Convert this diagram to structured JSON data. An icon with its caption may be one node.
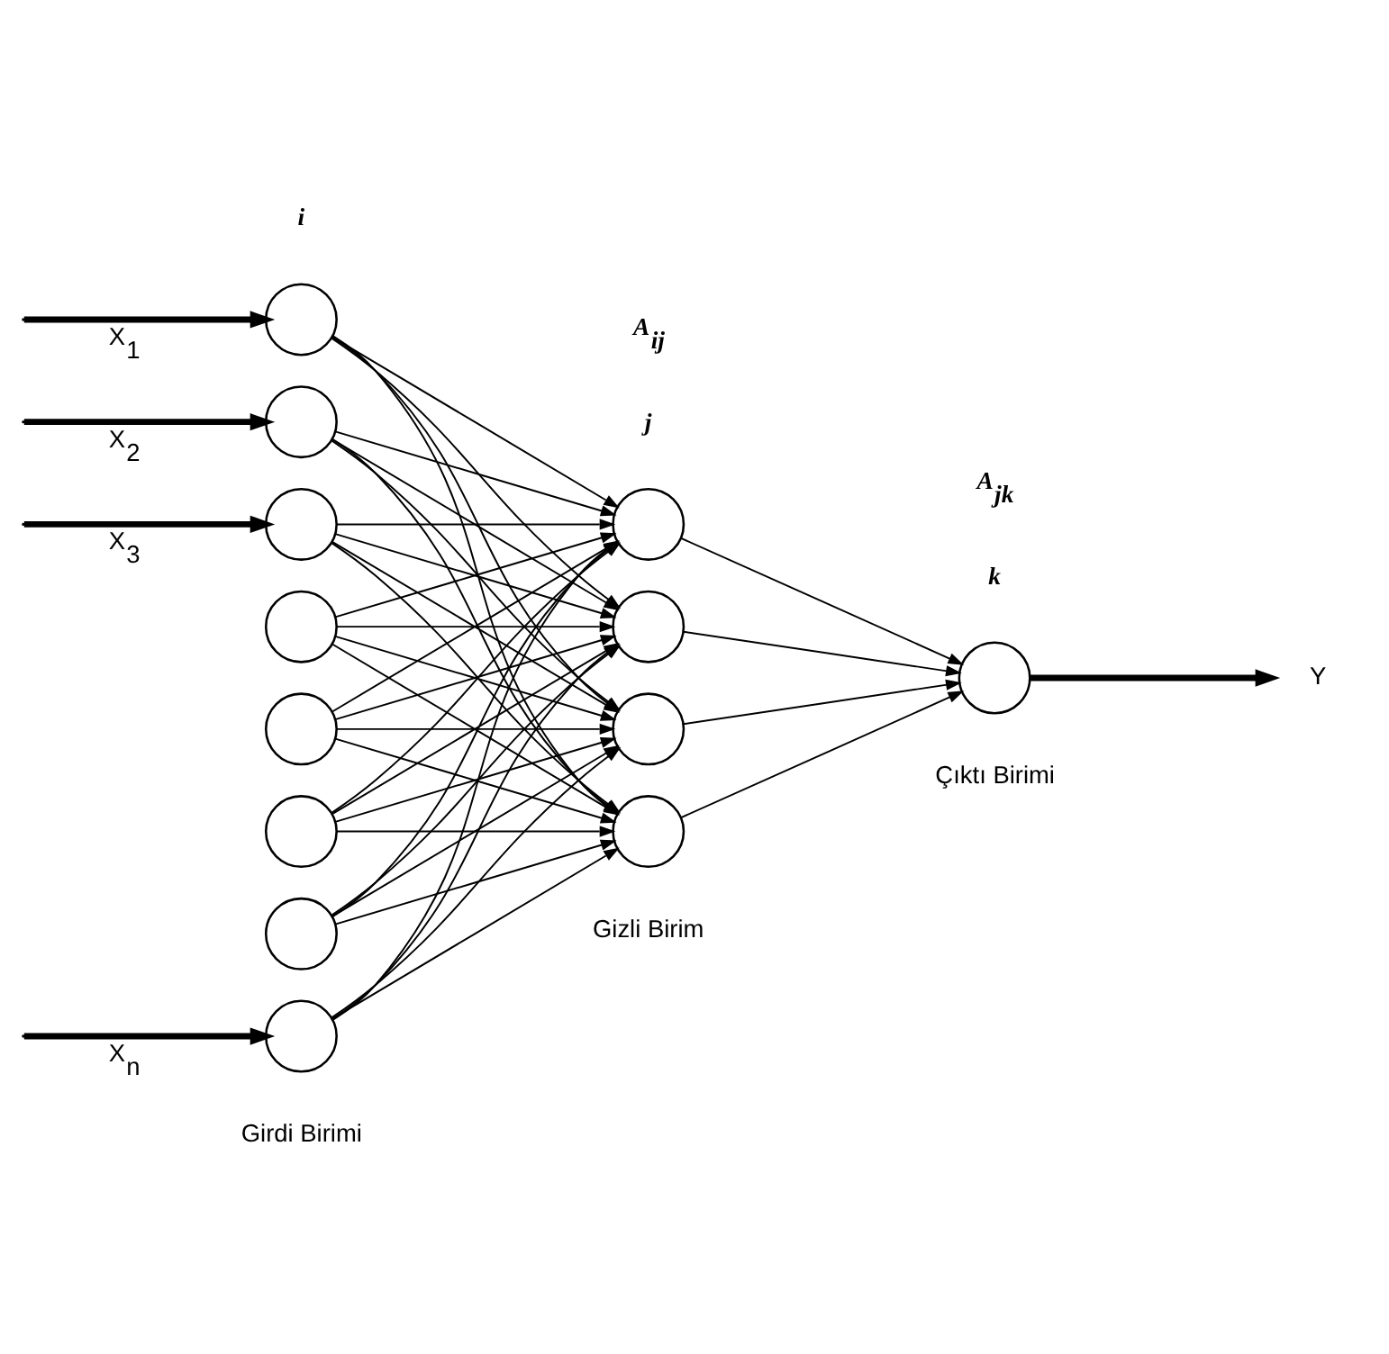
{
  "diagram": {
    "nodes": [
      {
        "text": [],
        "shape": "circle"
      },
      {
        "text": [],
        "shape": "circle"
      },
      {
        "text": [],
        "shape": "circle"
      },
      {
        "text": [],
        "shape": "circle"
      },
      {
        "text": [],
        "shape": "circle"
      },
      {
        "text": [],
        "shape": "circle"
      },
      {
        "text": [],
        "shape": "circle"
      },
      {
        "text": [],
        "shape": "circle"
      },
      {
        "text": [],
        "shape": "circle"
      },
      {
        "text": [],
        "shape": "circle"
      },
      {
        "text": [],
        "shape": "circle"
      },
      {
        "text": [],
        "shape": "circle"
      },
      {
        "text": [],
        "shape": "circle"
      },
      {
        "text": [
          "Y"
        ]
      }
    ],
    "edges": [
      {
        "from": null,
        "to": 0,
        "arrow": "to",
        "label": "X$_{1}$",
        "style": "thick"
      },
      {
        "from": null,
        "to": 1,
        "arrow": "to",
        "label": "X$_{2}$",
        "style": "thick"
      },
      {
        "from": null,
        "to": 2,
        "arrow": "to",
        "label": "X$_{3}$",
        "style": "thick"
      },
      {
        "from": null,
        "to": 7,
        "arrow": "to",
        "label": "X$_{n}$",
        "style": "thick"
      },
      {
        "from": 0,
        "to": 8,
        "arrow": "to"
      },
      {
        "from": 0,
        "to": 9,
        "arrow": "to"
      },
      {
        "from": 0,
        "to": 10,
        "arrow": "to"
      },
      {
        "from": 0,
        "to": 11,
        "arrow": "to"
      },
      {
        "from": 1,
        "to": 8,
        "arrow": "to"
      },
      {
        "from": 1,
        "to": 9,
        "arrow": "to"
      },
      {
        "from": 1,
        "to": 10,
        "arrow": "to"
      },
      {
        "from": 1,
        "to": 11,
        "arrow": "to"
      },
      {
        "from": 2,
        "to": 8,
        "arrow": "to"
      },
      {
        "from": 2,
        "to": 9,
        "arrow": "to"
      },
      {
        "from": 2,
        "to": 10,
        "arrow": "to"
      },
      {
        "from": 2,
        "to": 11,
        "arrow": "to"
      },
      {
        "from": 3,
        "to": 8,
        "arrow": "to"
      },
      {
        "from": 3,
        "to": 9,
        "arrow": "to"
      },
      {
        "from": 3,
        "to": 10,
        "arrow": "to"
      },
      {
        "from": 3,
        "to": 11,
        "arrow": "to"
      },
      {
        "from": 4,
        "to": 8,
        "arrow": "to"
      },
      {
        "from": 4,
        "to": 9,
        "arrow": "to"
      },
      {
        "from": 4,
        "to": 10,
        "arrow": "to"
      },
      {
        "from": 4,
        "to": 11,
        "arrow": "to"
      },
      {
        "from": 5,
        "to": 8,
        "arrow": "to"
      },
      {
        "from": 5,
        "to": 9,
        "arrow": "to"
      },
      {
        "from": 5,
        "to": 10,
        "arrow": "to"
      },
      {
        "from": 5,
        "to": 11,
        "arrow": "to"
      },
      {
        "from": 6,
        "to": 8,
        "arrow": "to"
      },
      {
        "from": 6,
        "to": 9,
        "arrow": "to"
      },
      {
        "from": 6,
        "to": 10,
        "arrow": "to"
      },
      {
        "from": 6,
        "to": 11,
        "arrow": "to"
      },
      {
        "from": 7,
        "to": 8,
        "arrow": "to"
      },
      {
        "from": 7,
        "to": 9,
        "arrow": "to"
      },
      {
        "from": 7,
        "to": 10,
        "arrow": "to"
      },
      {
        "from": 7,
        "to": 11,
        "arrow": "to"
      },
      {
        "from": 8,
        "to": 12,
        "arrow": "to"
      },
      {
        "from": 9,
        "to": 12,
        "arrow": "to"
      },
      {
        "from": 10,
        "to": 12,
        "arrow": "to"
      },
      {
        "from": 11,
        "to": 12,
        "arrow": "to"
      },
      {
        "from": 12,
        "to": 13,
        "arrow": "to",
        "style": "thick"
      }
    ],
    "labels": [
      "i",
      "A$_{ij}$",
      "j",
      "A$_{jk}$",
      "k",
      "Çıktı Birimi",
      "Gizli Birim",
      "Girdi Birimi"
    ]
  }
}
